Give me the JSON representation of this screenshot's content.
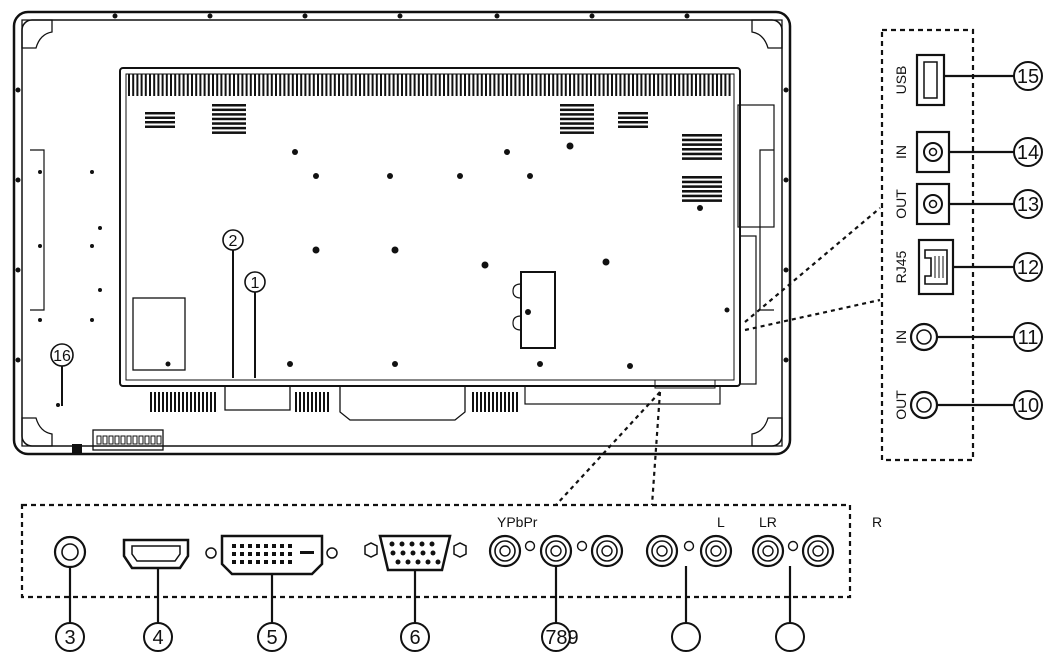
{
  "callouts": {
    "c1": "1",
    "c2": "2",
    "c3": "3",
    "c4": "4",
    "c5": "5",
    "c6": "6",
    "c789": "789",
    "c10": "10",
    "c11": "11",
    "c12": "12",
    "c13": "13",
    "c14": "14",
    "c15": "15",
    "c16": "16",
    "cL_empty": "",
    "cR_empty": ""
  },
  "side_labels": {
    "usb": "USB",
    "in_top": "IN",
    "out_top": "OUT",
    "rj45": "RJ45",
    "in_bottom": "IN",
    "out_bottom": "OUT"
  },
  "bottom_labels": {
    "ypbpr": "YPbPr",
    "l": "L",
    "lr": "LR",
    "r": "R"
  }
}
